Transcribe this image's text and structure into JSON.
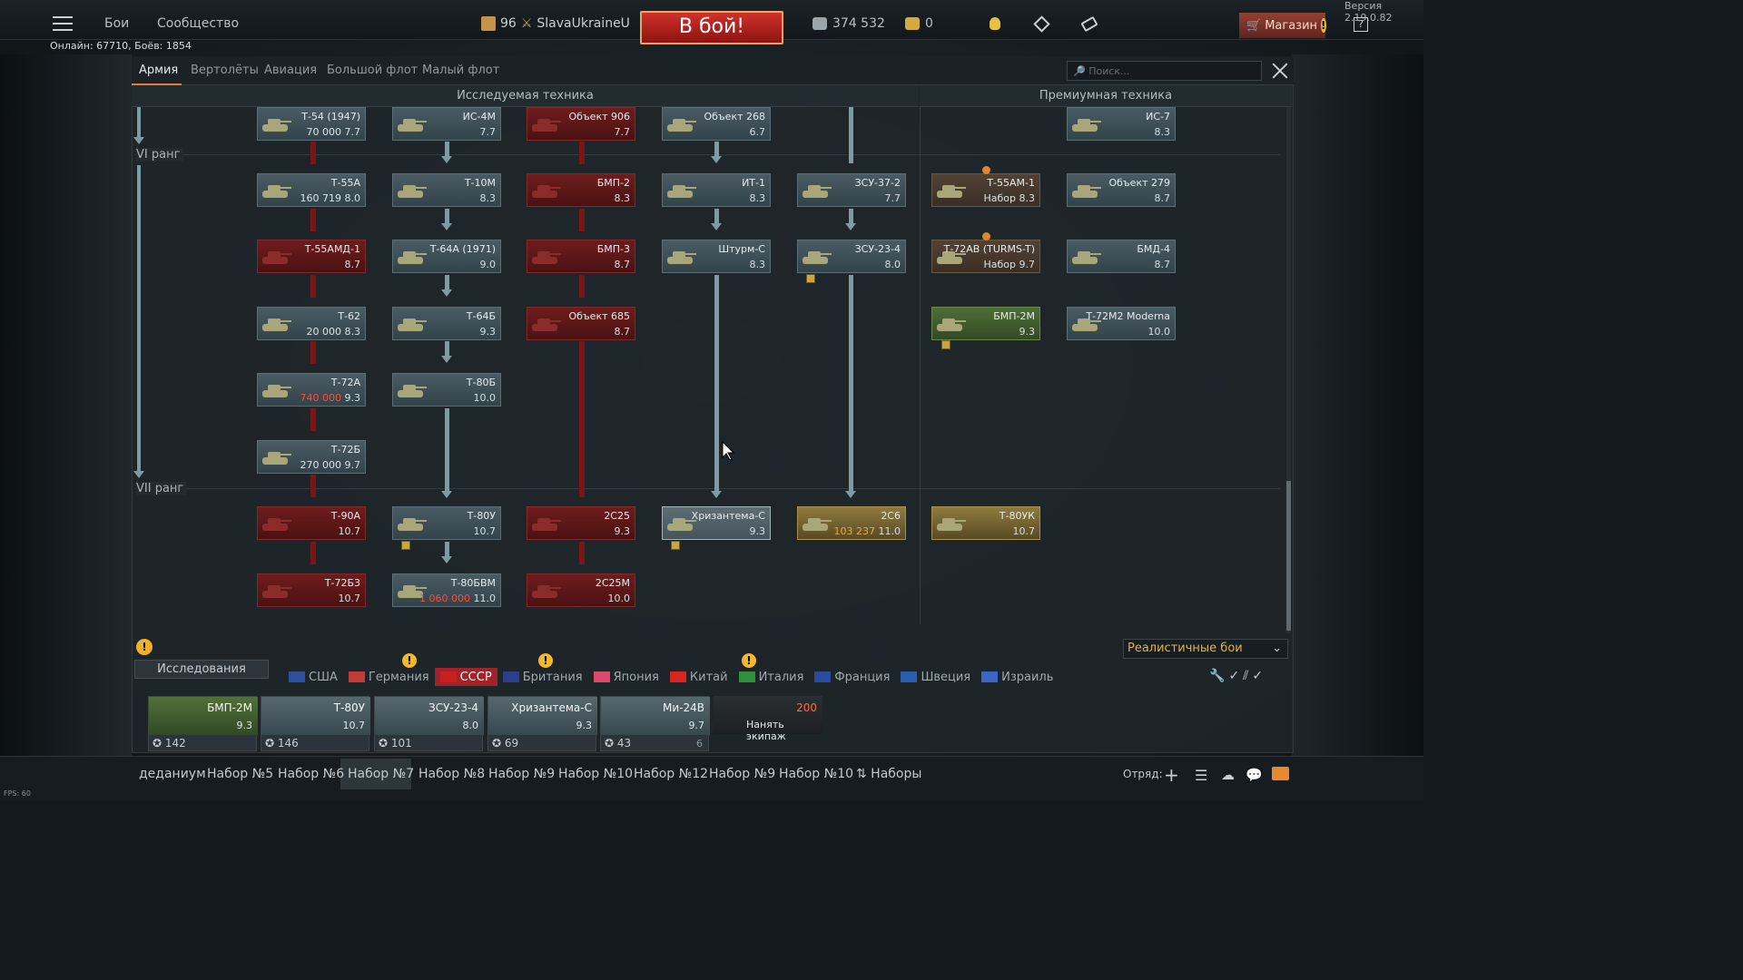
{
  "app": {
    "version": "Версия 2.19.0.82",
    "online": "Онлайн: 67710, Боёв: 1854"
  },
  "topbar": {
    "nav": [
      "Бои",
      "Сообщество"
    ],
    "profile": {
      "level": "96",
      "name": "SlavaUkraineU"
    },
    "battle_button": "В бой!",
    "silver": "374 532",
    "gold": "0",
    "shop_label": "Магазин",
    "help": "?"
  },
  "tabs": [
    "Армия",
    "Вертолёты",
    "Авиация",
    "Большой флот",
    "Малый флот"
  ],
  "search": {
    "placeholder": "Поиск..."
  },
  "sections": {
    "researched": "Исследуемая техника",
    "premium": "Премиумная техника"
  },
  "ranks": [
    "VI ранг",
    "VII ранг"
  ],
  "tree": {
    "col1": [
      {
        "name": "Т-54 (1947)",
        "rp": "70 000",
        "br": "7.7",
        "style": "normal"
      },
      {
        "name": "Т-55А",
        "rp": "160 719",
        "br": "8.0",
        "style": "normal"
      },
      {
        "name": "Т-55АМД-1",
        "rp": "",
        "br": "8.7",
        "style": "red"
      },
      {
        "name": "Т-62",
        "rp": "20 000",
        "br": "8.3",
        "style": "normal"
      },
      {
        "name": "Т-72А",
        "rp": "740 000",
        "br": "9.3",
        "style": "normal",
        "rp_color": "red"
      },
      {
        "name": "Т-72Б",
        "rp": "270 000",
        "br": "9.7",
        "style": "normal"
      },
      {
        "name": "Т-90А",
        "rp": "",
        "br": "10.7",
        "style": "red"
      },
      {
        "name": "Т-72Б3",
        "rp": "",
        "br": "10.7",
        "style": "red"
      }
    ],
    "col2": [
      {
        "name": "ИС-4М",
        "rp": "",
        "br": "7.7",
        "style": "normal"
      },
      {
        "name": "Т-10М",
        "rp": "",
        "br": "8.3",
        "style": "normal"
      },
      {
        "name": "Т-64А (1971)",
        "rp": "",
        "br": "9.0",
        "style": "normal"
      },
      {
        "name": "Т-64Б",
        "rp": "",
        "br": "9.3",
        "style": "normal"
      },
      {
        "name": "Т-80Б",
        "rp": "",
        "br": "10.0",
        "style": "normal"
      },
      {
        "name": "Т-80У",
        "rp": "",
        "br": "10.7",
        "style": "normal"
      },
      {
        "name": "Т-80БВМ",
        "rp": "1 060 000",
        "br": "11.0",
        "style": "normal",
        "rp_color": "red"
      }
    ],
    "col3": [
      {
        "name": "Объект 906",
        "rp": "",
        "br": "7.7",
        "style": "red"
      },
      {
        "name": "БМП-2",
        "rp": "",
        "br": "8.3",
        "style": "red"
      },
      {
        "name": "БМП-3",
        "rp": "",
        "br": "8.7",
        "style": "red"
      },
      {
        "name": "Объект 685",
        "rp": "",
        "br": "8.7",
        "style": "red"
      },
      {
        "name": "2С25",
        "rp": "",
        "br": "9.3",
        "style": "red"
      },
      {
        "name": "2С25М",
        "rp": "",
        "br": "10.0",
        "style": "red"
      }
    ],
    "col4": [
      {
        "name": "Объект 268",
        "rp": "",
        "br": "6.7",
        "style": "normal"
      },
      {
        "name": "ИТ-1",
        "rp": "",
        "br": "8.3",
        "style": "normal"
      },
      {
        "name": "Штурм-С",
        "rp": "",
        "br": "8.3",
        "style": "normal"
      },
      {
        "name": "Хризантема-С",
        "rp": "",
        "br": "9.3",
        "style": "hl"
      }
    ],
    "col5": [
      {
        "name": "ЗСУ-37-2",
        "rp": "",
        "br": "7.7",
        "style": "normal"
      },
      {
        "name": "ЗСУ-23-4",
        "rp": "",
        "br": "8.0",
        "style": "normal"
      },
      {
        "name": "2С6",
        "rp": "103 237",
        "br": "11.0",
        "style": "gold",
        "rp_color": "orange"
      }
    ],
    "prem1": [
      {
        "name": "Т-55АМ-1",
        "rp": "Набор",
        "br": "8.3",
        "style": "prem"
      },
      {
        "name": "Т-72АВ (TURMS-T)",
        "rp": "Набор",
        "br": "9.7",
        "style": "prem"
      },
      {
        "name": "БМП-2М",
        "rp": "",
        "br": "9.3",
        "style": "green"
      },
      {
        "name": "Т-80УК",
        "rp": "",
        "br": "10.7",
        "style": "gold"
      }
    ],
    "prem2": [
      {
        "name": "ИС-7",
        "rp": "",
        "br": "8.3",
        "style": "normal"
      },
      {
        "name": "Объект 279",
        "rp": "",
        "br": "8.7",
        "style": "normal"
      },
      {
        "name": "БМД-4",
        "rp": "",
        "br": "8.7",
        "style": "normal"
      },
      {
        "name": "Т-72M2 Moderna",
        "rp": "",
        "br": "10.0",
        "style": "normal"
      }
    ]
  },
  "mode": "Реалистичные бои",
  "research_label": "Исследования",
  "nations": [
    {
      "name": "США",
      "color": "#2f4f9a"
    },
    {
      "name": "Германия",
      "color": "#c23b3b"
    },
    {
      "name": "СССР",
      "color": "#c8201e"
    },
    {
      "name": "Британия",
      "color": "#2b3f8e"
    },
    {
      "name": "Япония",
      "color": "#d94a6a"
    },
    {
      "name": "Китай",
      "color": "#d8261f"
    },
    {
      "name": "Италия",
      "color": "#2f8f3a"
    },
    {
      "name": "Франция",
      "color": "#2a4ba0"
    },
    {
      "name": "Швеция",
      "color": "#2a5fb0"
    },
    {
      "name": "Израиль",
      "color": "#3b66c4"
    }
  ],
  "crew_slots": [
    {
      "name": "БМП-2М",
      "br": "9.3",
      "crew": "142",
      "extra": ""
    },
    {
      "name": "Т-80У",
      "br": "10.7",
      "crew": "146",
      "extra": ""
    },
    {
      "name": "ЗСУ-23-4",
      "br": "8.0",
      "crew": "101",
      "extra": ""
    },
    {
      "name": "Хризантема-С",
      "br": "9.3",
      "crew": "69",
      "extra": ""
    },
    {
      "name": "Ми-24В",
      "br": "9.7",
      "crew": "43",
      "extra": "6"
    }
  ],
  "hire": {
    "cost": "200",
    "label": "Нанять экипаж"
  },
  "presets": [
    "деданиум",
    "Набор №5",
    "Набор №6",
    "Набор №7",
    "Набор №8",
    "Набор №9",
    "Набор №10",
    "Набор №12",
    "Набор №9",
    "Набор №10",
    "Наборы"
  ],
  "squad_label": "Отряд:",
  "fps": "FPS: 60",
  "colors": {
    "accent": "#e07a3a",
    "battle": "#c8251f",
    "locked": "#6f1c1c",
    "gold": "#e3b348"
  }
}
